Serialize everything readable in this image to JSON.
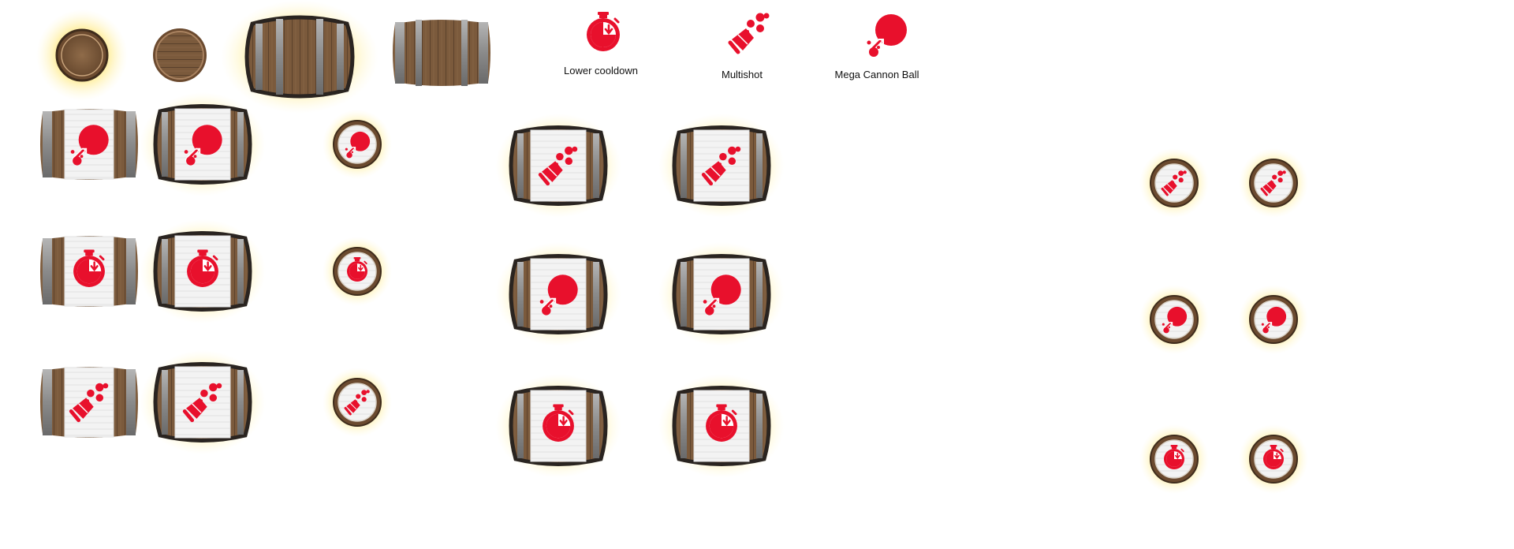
{
  "colors": {
    "background": "#ffffff",
    "icon_red": "#e8102c",
    "wood": "#7b5a3c",
    "wood_dark": "#4a3524",
    "metal": "#8e8e8e",
    "outline": "#2a2420",
    "glow": "#ffd93a",
    "label_paper": "#f4f4f4"
  },
  "legend": {
    "lower_cooldown": {
      "label": "Lower cooldown",
      "icon": "stopwatch-arrow-icon"
    },
    "multishot": {
      "label": "Multishot",
      "icon": "cannon-multishot-icon"
    },
    "mega_cannon_ball": {
      "label": "Mega Cannon Ball",
      "icon": "mega-cannon-ball-icon"
    }
  },
  "base_sprites": [
    {
      "name": "round-barrel-glow",
      "shape": "round",
      "glow": true
    },
    {
      "name": "round-barrel",
      "shape": "round",
      "glow": false
    },
    {
      "name": "side-barrel-glow",
      "shape": "side",
      "glow": true,
      "outlined": true
    },
    {
      "name": "side-barrel",
      "shape": "side",
      "glow": false
    }
  ],
  "powerup_groups": [
    {
      "group": "left-column",
      "rows": [
        {
          "icon": "mega-cannon-ball-icon",
          "variants": [
            "side-plain",
            "side-glow",
            "round-glow"
          ]
        },
        {
          "icon": "stopwatch-arrow-icon",
          "variants": [
            "side-plain",
            "side-glow",
            "round-glow"
          ]
        },
        {
          "icon": "cannon-multishot-icon",
          "variants": [
            "side-plain",
            "side-glow",
            "round-glow"
          ]
        }
      ]
    },
    {
      "group": "middle-column",
      "rows": [
        {
          "icon": "cannon-multishot-icon",
          "variants": [
            "side-glow",
            "side-glow"
          ]
        },
        {
          "icon": "mega-cannon-ball-icon",
          "variants": [
            "side-glow",
            "side-glow"
          ]
        },
        {
          "icon": "stopwatch-arrow-icon",
          "variants": [
            "side-glow",
            "side-glow"
          ]
        }
      ]
    },
    {
      "group": "right-column",
      "rows": [
        {
          "icon": "cannon-multishot-icon",
          "variants": [
            "round-glow",
            "round-glow"
          ]
        },
        {
          "icon": "mega-cannon-ball-icon",
          "variants": [
            "round-glow",
            "round-glow"
          ]
        },
        {
          "icon": "stopwatch-arrow-icon",
          "variants": [
            "round-glow",
            "round-glow"
          ]
        }
      ]
    }
  ]
}
